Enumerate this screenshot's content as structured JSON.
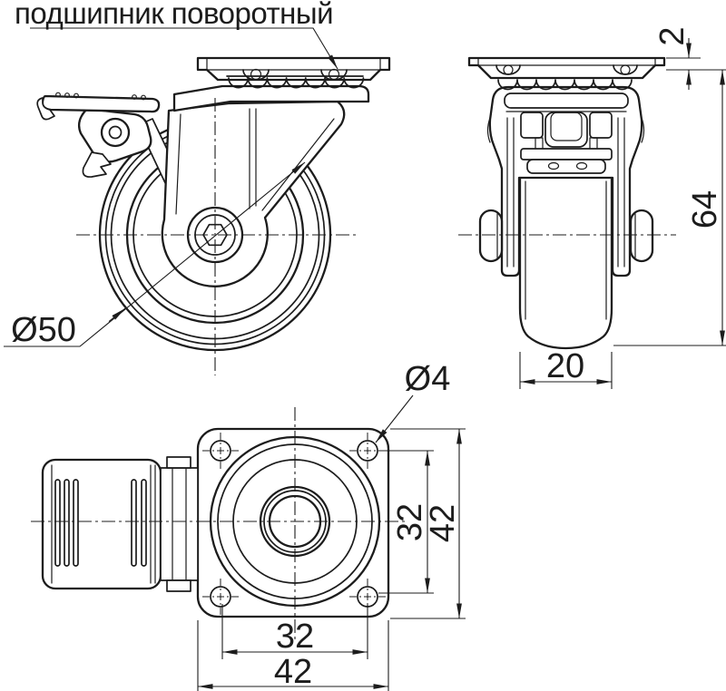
{
  "drawing": {
    "callout_label": "подшипник поворотный",
    "dimensions": {
      "wheel_diameter": "Ø50",
      "overall_height": "64",
      "plate_thickness": "2",
      "wheel_width": "20",
      "hole_diameter": "Ø4",
      "hole_spacing": "32",
      "plate_size": "42"
    },
    "colors": {
      "line": "#1c1c1c",
      "background": "#ffffff"
    }
  }
}
